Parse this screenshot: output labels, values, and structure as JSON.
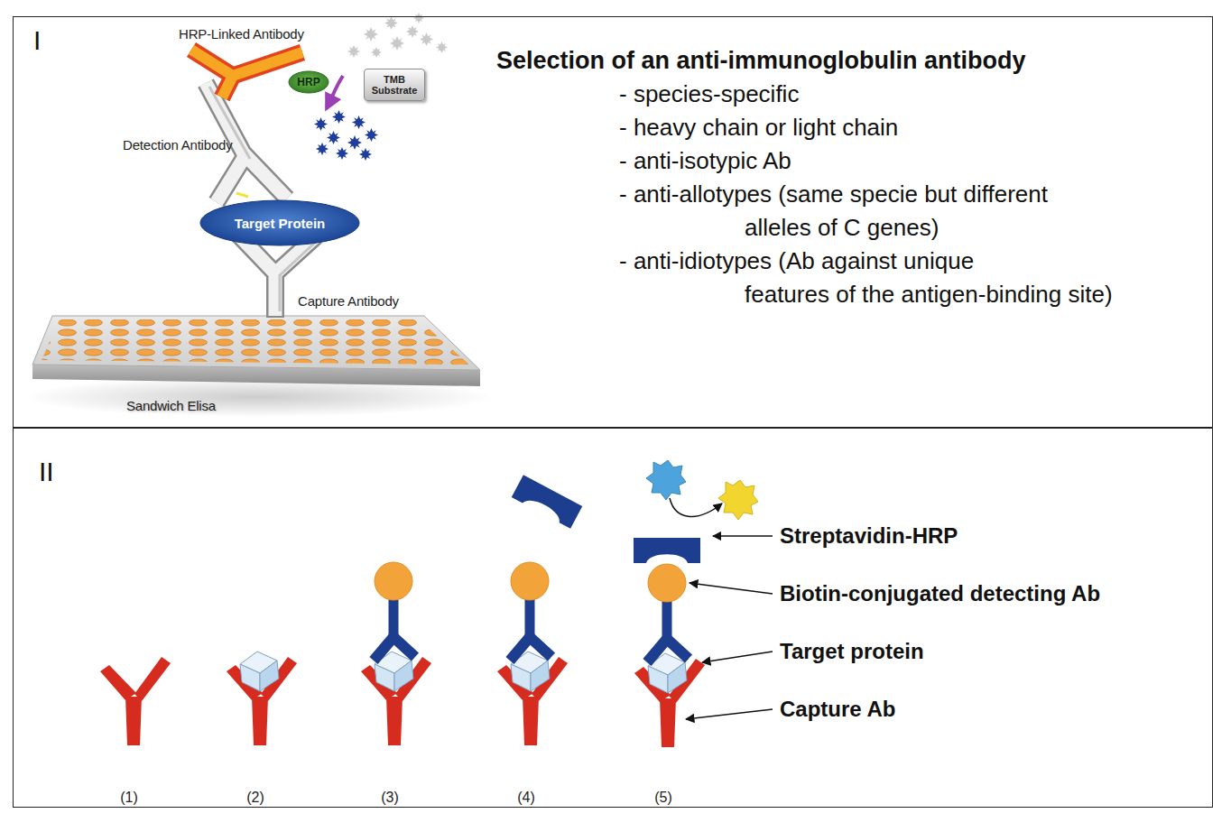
{
  "diagram": {
    "nodes": [
      {
        "text": [
          "I"
        ]
      },
      {
        "text": [
          "II"
        ]
      },
      {
        "text": [
          "HRP"
        ],
        "in": 0
      },
      {
        "text": [
          "TMB Substrate"
        ],
        "in": 0
      },
      {
        "text": [
          "Target Protein"
        ],
        "in": 0
      }
    ],
    "labels": [
      "HRP-Linked Antibody",
      "Detection Antibody",
      "Capture Antibody",
      "Sandwich Elisa",
      "Selection of an anti-immunoglobulin antibody",
      "- species-specific",
      "- heavy chain or light chain",
      "- anti-isotypic Ab",
      "- anti-allotypes (same specie but different alleles of C genes)",
      "- anti-idiotypes (Ab against unique features of the antigen-binding site)",
      "Streptavidin-HRP",
      "Biotin-conjugated detecting Ab",
      "Target protein",
      "Capture Ab",
      "(1)",
      "(2)",
      "(3)",
      "(4)",
      "(5)"
    ]
  }
}
